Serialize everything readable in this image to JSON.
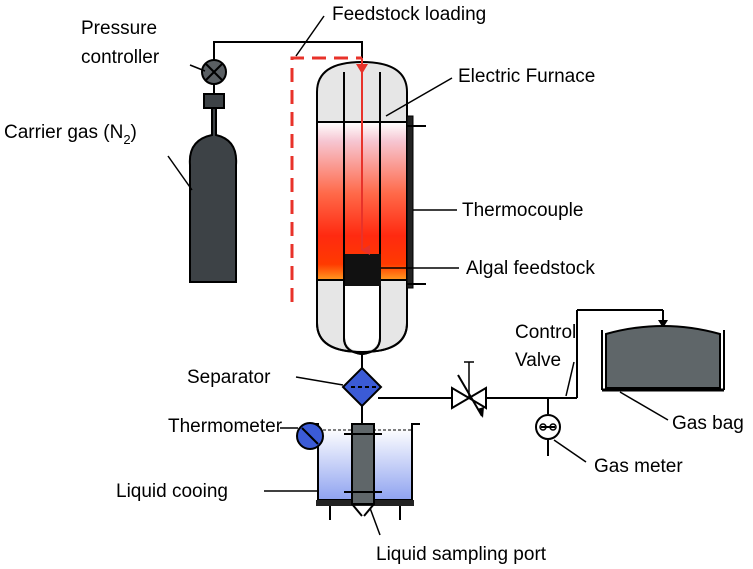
{
  "labels": {
    "feedstock_loading": "Feedstock loading",
    "pressure_controller_line1": "Pressure",
    "pressure_controller_line2": "controller",
    "carrier_gas_prefix": "Carrier gas (N",
    "carrier_gas_subscript": "2",
    "carrier_gas_suffix": ")",
    "electric_furnace": "Electric Furnace",
    "thermocouple": "Thermocouple",
    "algal_feedstock": "Algal feedstock",
    "control_valve_line1": "Control",
    "control_valve_line2": "Valve",
    "separator": "Separator",
    "gas_bag": "Gas bag",
    "thermometer": "Thermometer",
    "gas_meter": "Gas meter",
    "liquid_cooling": "Liquid cooing",
    "liquid_sampling_port": "Liquid sampling port"
  },
  "colors": {
    "outline": "#000000",
    "cylinder": "#3d4246",
    "furnace_body": "#e6e6e6",
    "furnace_hot": "#ff2a10",
    "furnace_pink": "#f6c6d2",
    "feedstock_arrow": "#e8322a",
    "separator": "#3b5bd6",
    "cooling_water": "#9fb0f2",
    "gas_bag": "#5f6669",
    "thermometer_face": "#3b5bd6"
  }
}
